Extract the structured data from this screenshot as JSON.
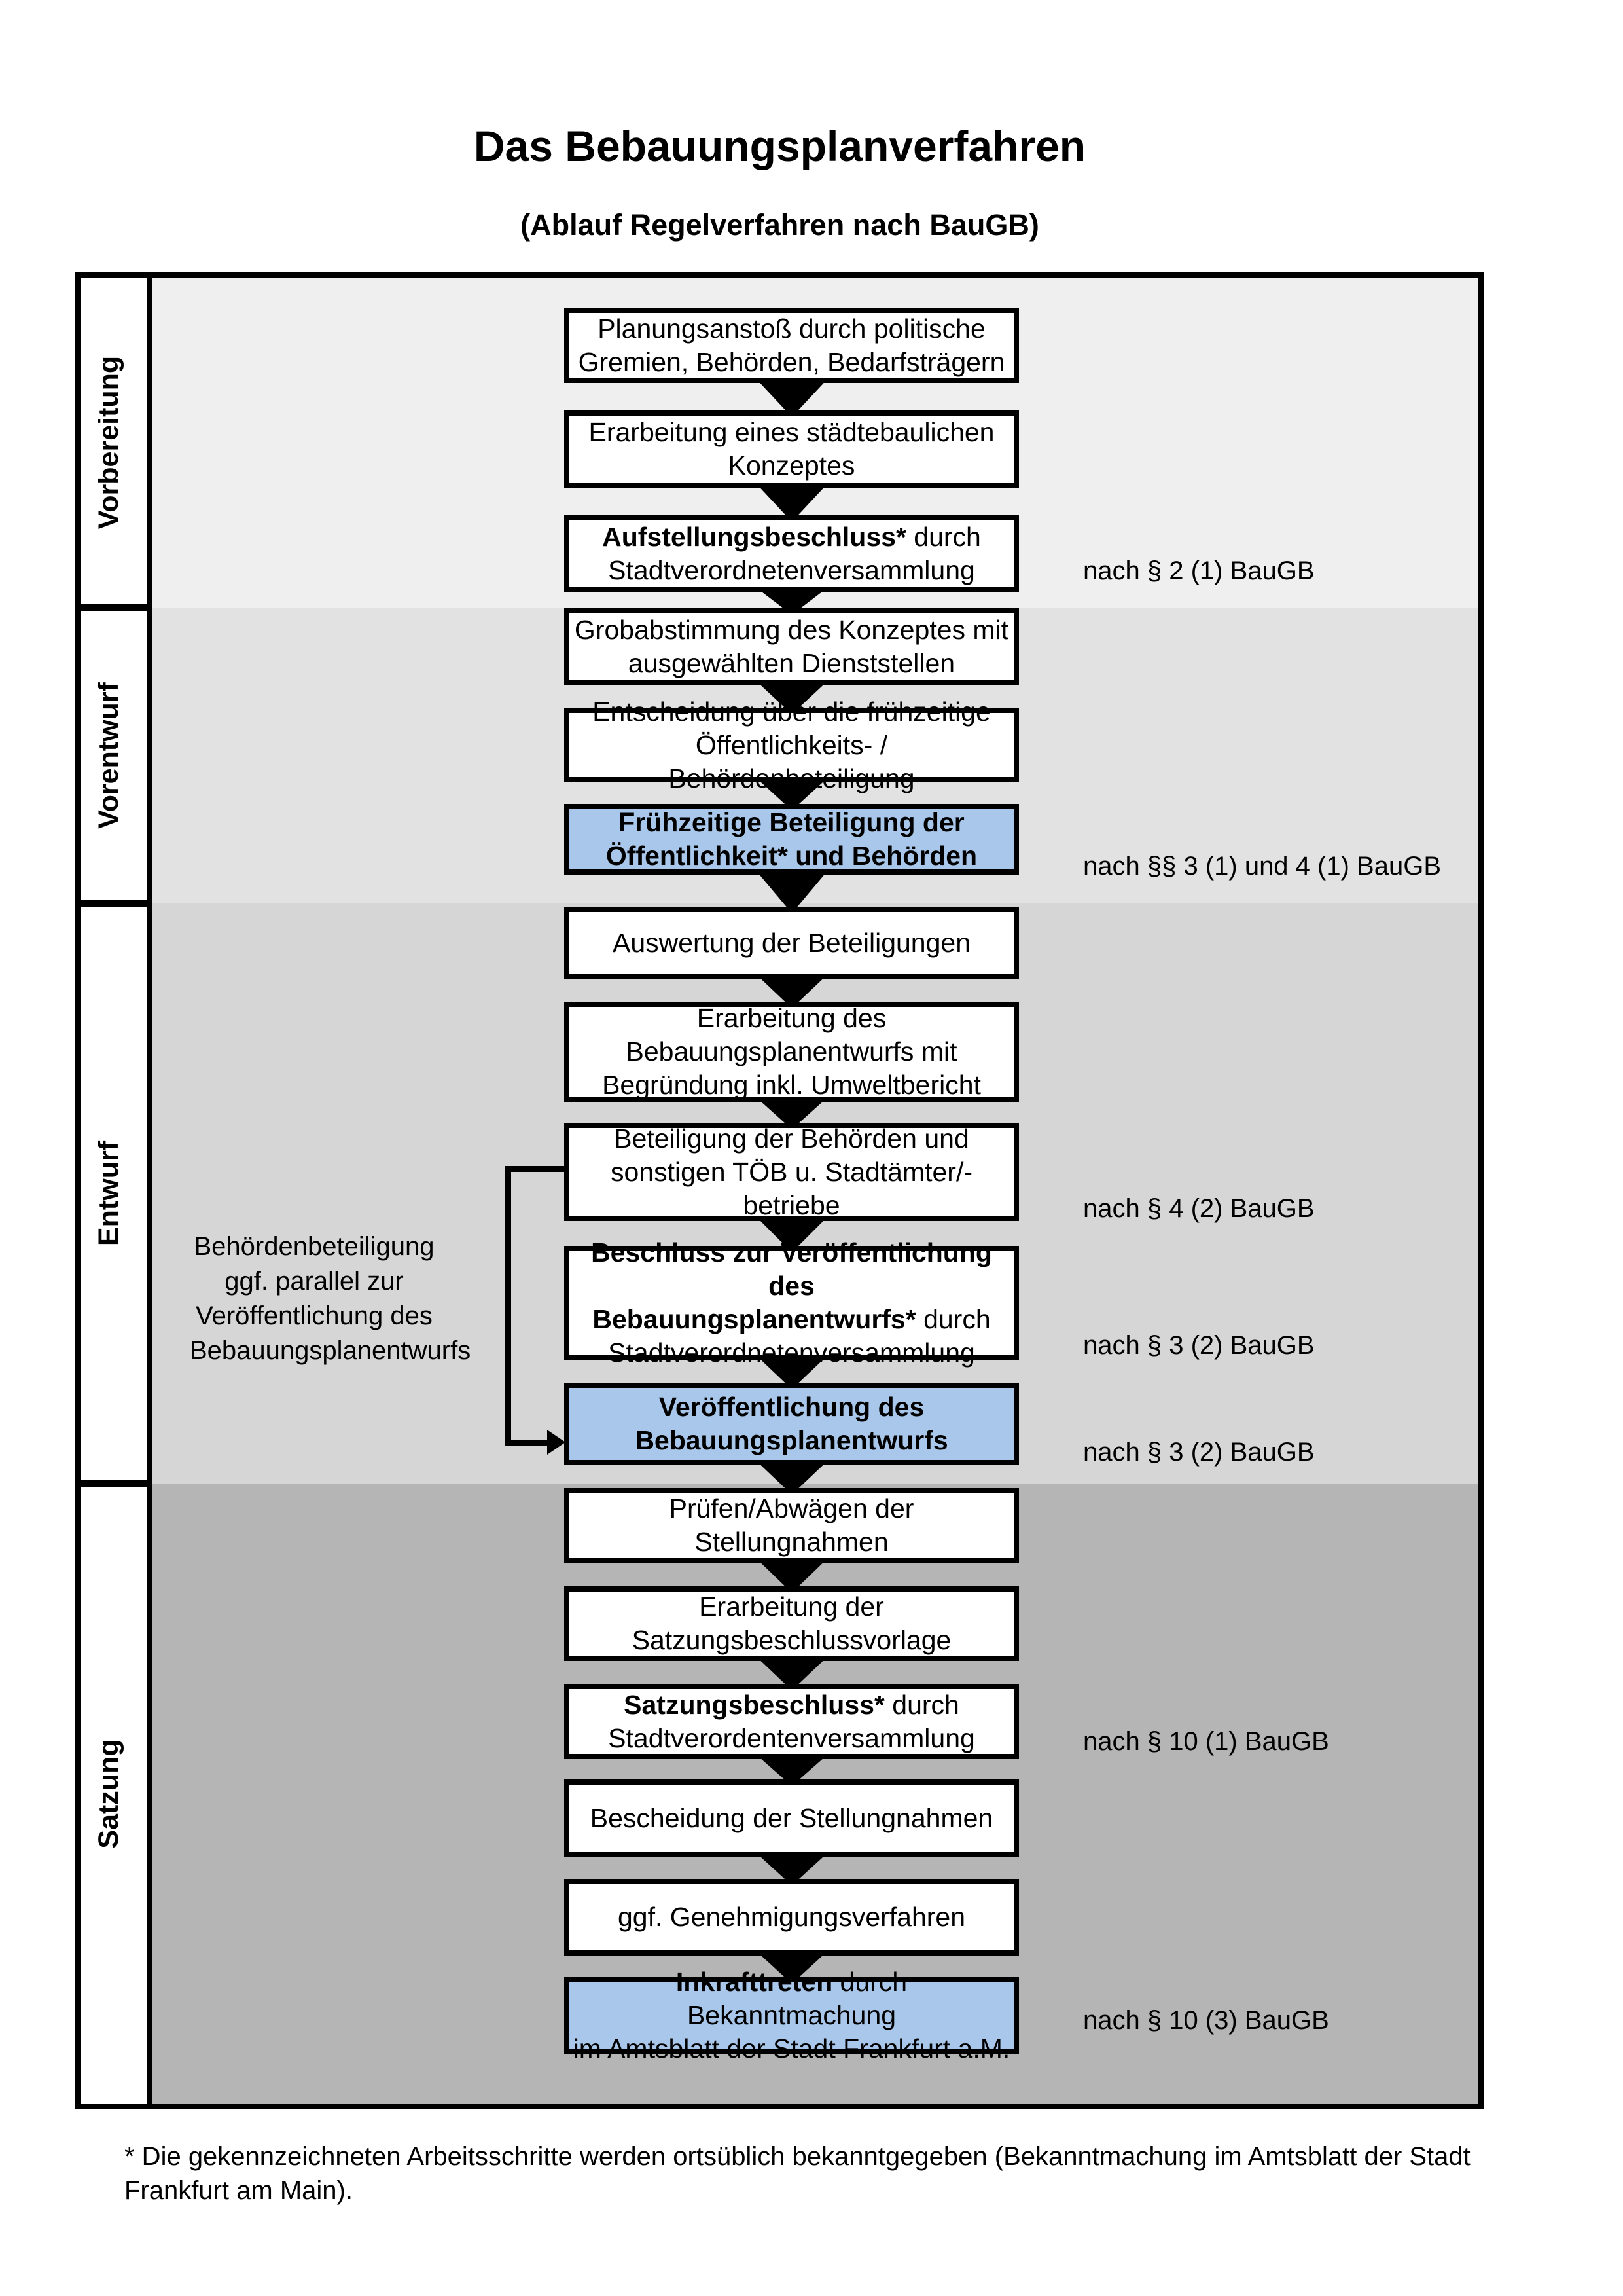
{
  "title": "Das Bebauungsplanverfahren",
  "subtitle": "(Ablauf Regelverfahren nach BauGB)",
  "colors": {
    "highlight_blue": "#a8c7ea",
    "band_vorbereitung": "#efefef",
    "band_vorentwurf": "#e2e2e2",
    "band_entwurf": "#d6d6d6",
    "band_satzung": "#b5b5b5",
    "line_black": "#000000"
  },
  "phases": [
    {
      "label": "Vorbereitung"
    },
    {
      "label": "Vorentwurf"
    },
    {
      "label": "Entwurf"
    },
    {
      "label": "Satzung"
    }
  ],
  "flow": {
    "boxes": [
      {
        "highlight": false,
        "lines": [
          [
            {
              "t": "Planungsanstoß durch politische",
              "b": false
            }
          ],
          [
            {
              "t": "Gremien, Behörden, Bedarfsträgern",
              "b": false
            }
          ]
        ]
      },
      {
        "highlight": false,
        "lines": [
          [
            {
              "t": "Erarbeitung eines städtebaulichen",
              "b": false
            }
          ],
          [
            {
              "t": "Konzeptes",
              "b": false
            }
          ]
        ]
      },
      {
        "highlight": false,
        "lines": [
          [
            {
              "t": "Aufstellungsbeschluss*",
              "b": true
            },
            {
              "t": " durch",
              "b": false
            }
          ],
          [
            {
              "t": "Stadtverordnetenversammlung",
              "b": false
            }
          ]
        ]
      },
      {
        "highlight": false,
        "lines": [
          [
            {
              "t": "Grobabstimmung des Konzeptes mit",
              "b": false
            }
          ],
          [
            {
              "t": "ausgewählten Dienststellen",
              "b": false
            }
          ]
        ]
      },
      {
        "highlight": false,
        "lines": [
          [
            {
              "t": "Entscheidung über die frühzeitige",
              "b": false
            }
          ],
          [
            {
              "t": "Öffentlichkeits- / Behördenbeteiligung",
              "b": false
            }
          ]
        ]
      },
      {
        "highlight": true,
        "lines": [
          [
            {
              "t": "Frühzeitige Beteiligung der",
              "b": true
            }
          ],
          [
            {
              "t": "Öffentlichkeit* und Behörden",
              "b": true
            }
          ]
        ]
      },
      {
        "highlight": false,
        "lines": [
          [
            {
              "t": "Auswertung der Beteiligungen",
              "b": false
            }
          ]
        ]
      },
      {
        "highlight": false,
        "lines": [
          [
            {
              "t": "Erarbeitung des",
              "b": false
            }
          ],
          [
            {
              "t": "Bebauungsplanentwurfs mit",
              "b": false
            }
          ],
          [
            {
              "t": "Begründung inkl. Umweltbericht",
              "b": false
            }
          ]
        ]
      },
      {
        "highlight": false,
        "lines": [
          [
            {
              "t": "Beteiligung der Behörden und",
              "b": false
            }
          ],
          [
            {
              "t": "sonstigen TÖB u. Stadtämter/-betriebe",
              "b": false
            }
          ]
        ]
      },
      {
        "highlight": false,
        "lines": [
          [
            {
              "t": "Beschluss zur Veröffentlichung des",
              "b": true
            }
          ],
          [
            {
              "t": "Bebauungsplanentwurfs*",
              "b": true
            },
            {
              "t": " durch",
              "b": false
            }
          ],
          [
            {
              "t": "Stadtverordnetenversammlung",
              "b": false
            }
          ]
        ]
      },
      {
        "highlight": true,
        "lines": [
          [
            {
              "t": "Veröffentlichung des",
              "b": true
            }
          ],
          [
            {
              "t": "Bebauungsplanentwurfs",
              "b": true
            }
          ]
        ]
      },
      {
        "highlight": false,
        "lines": [
          [
            {
              "t": "Prüfen/Abwägen der Stellungnahmen",
              "b": false
            }
          ]
        ]
      },
      {
        "highlight": false,
        "lines": [
          [
            {
              "t": "Erarbeitung der",
              "b": false
            }
          ],
          [
            {
              "t": "Satzungsbeschlussvorlage",
              "b": false
            }
          ]
        ]
      },
      {
        "highlight": false,
        "lines": [
          [
            {
              "t": "Satzungsbeschluss*",
              "b": true
            },
            {
              "t": " durch",
              "b": false
            }
          ],
          [
            {
              "t": "Stadtverordentenversammlung",
              "b": false
            }
          ]
        ]
      },
      {
        "highlight": false,
        "lines": [
          [
            {
              "t": "Bescheidung der Stellungnahmen",
              "b": false
            }
          ]
        ]
      },
      {
        "highlight": false,
        "lines": [
          [
            {
              "t": "ggf. Genehmigungsverfahren",
              "b": false
            }
          ]
        ]
      },
      {
        "highlight": true,
        "lines": [
          [
            {
              "t": "Inkrafttreten",
              "b": true
            },
            {
              "t": " durch Bekanntmachung",
              "b": false
            }
          ],
          [
            {
              "t": "im Amtsblatt der Stadt Frankfurt a.M.",
              "b": false
            }
          ]
        ]
      }
    ]
  },
  "refs": [
    {
      "text": "nach § 2 (1) BauGB"
    },
    {
      "text": "nach §§ 3 (1) und 4 (1) BauGB"
    },
    {
      "text": "nach § 4 (2) BauGB"
    },
    {
      "text": "nach § 3 (2) BauGB"
    },
    {
      "text": "nach § 3 (2) BauGB"
    },
    {
      "text": "nach § 10 (1) BauGB"
    },
    {
      "text": "nach § 10 (3) BauGB"
    }
  ],
  "side_note": {
    "lines": [
      "Behördenbeteiligung",
      "ggf. parallel zur",
      "Veröffentlichung des",
      "Bebauungsplanentwurfs"
    ]
  },
  "footnote": {
    "line1": "* Die gekennzeichneten Arbeitsschritte werden ortsüblich bekanntgegeben (Bekanntmachung im Amtsblatt  der Stadt",
    "line2": "Frankfurt am Main)."
  }
}
